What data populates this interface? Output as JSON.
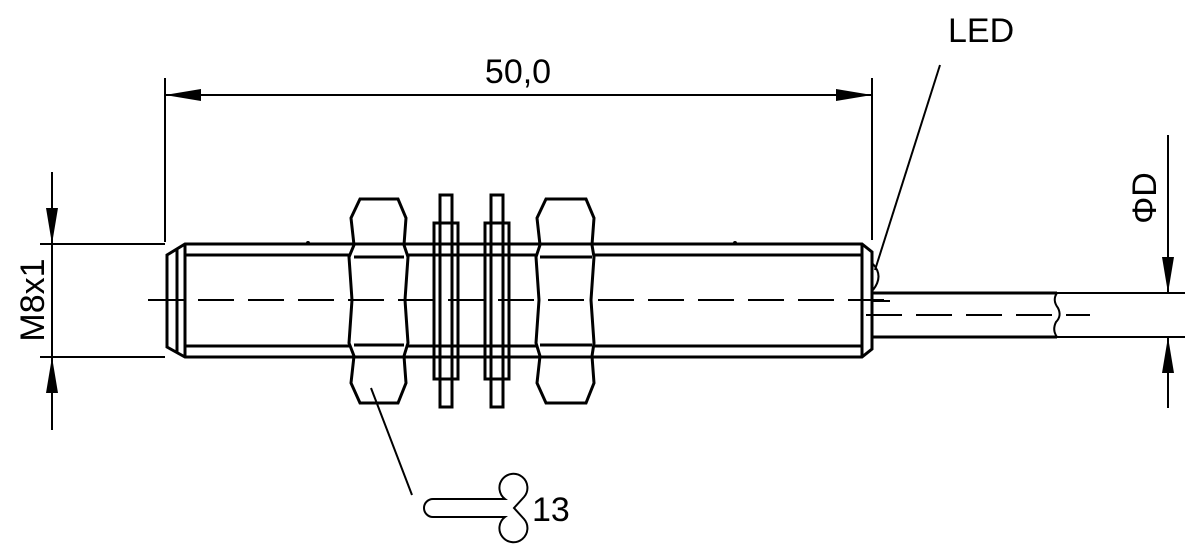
{
  "drawing": {
    "length_dimension": "50,0",
    "thread_label": "M8x1",
    "led_label": "LED",
    "diameter_label": "ΦD",
    "wrench_size": "13",
    "line_color": "#000000",
    "background_color": "#ffffff"
  }
}
